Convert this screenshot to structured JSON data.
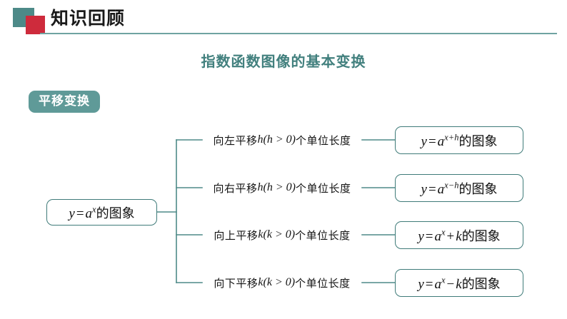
{
  "header": {
    "title": "知识回顾",
    "deco_teal_color": "#4d8a88",
    "deco_red_color": "#ce2b3c",
    "rule_color": "#6fa3a1"
  },
  "section": {
    "heading": "指数函数图像的基本变换",
    "heading_color": "#42807e"
  },
  "badge": {
    "label": "平移变换",
    "bg_color": "#5f9a98",
    "text_color": "#ffffff"
  },
  "diagram": {
    "border_color": "#3f7b79",
    "connector_color": "#4f8a88",
    "root": {
      "text": "y = aˣ的图象",
      "math_lhs": "y",
      "math_eq": "=",
      "math_base": "a",
      "math_exp": "x",
      "suffix": "的图象"
    },
    "branches": [
      {
        "label_prefix": "向左平移",
        "label_var": "h",
        "label_cond": "(h > 0)",
        "label_suffix": "个单位长度",
        "label_text": "向左平移h(h > 0)个单位长度",
        "result_text": "y = aˣ⁺ʰ的图象",
        "result_base": "a",
        "result_exp": "x+h",
        "result_suffix": "的图象"
      },
      {
        "label_prefix": "向右平移",
        "label_var": "h",
        "label_cond": "(h > 0)",
        "label_suffix": "个单位长度",
        "label_text": "向右平移h(h > 0)个单位长度",
        "result_text": "y = aˣ⁻ʰ的图象",
        "result_base": "a",
        "result_exp": "x−h",
        "result_suffix": "的图象"
      },
      {
        "label_prefix": "向上平移",
        "label_var": "k",
        "label_cond": "(k > 0)",
        "label_suffix": "个单位长度",
        "label_text": "向上平移k(k > 0)个单位长度",
        "result_text": "y = aˣ + k的图象",
        "result_base": "a",
        "result_exp": "x",
        "result_op": "+",
        "result_term": "k",
        "result_suffix": "的图象"
      },
      {
        "label_prefix": "向下平移",
        "label_var": "k",
        "label_cond": "(k > 0)",
        "label_suffix": "个单位长度",
        "label_text": "向下平移k(k > 0)个单位长度",
        "result_text": "y = aˣ − k的图象",
        "result_base": "a",
        "result_exp": "x",
        "result_op": "−",
        "result_term": "k",
        "result_suffix": "的图象"
      }
    ]
  }
}
